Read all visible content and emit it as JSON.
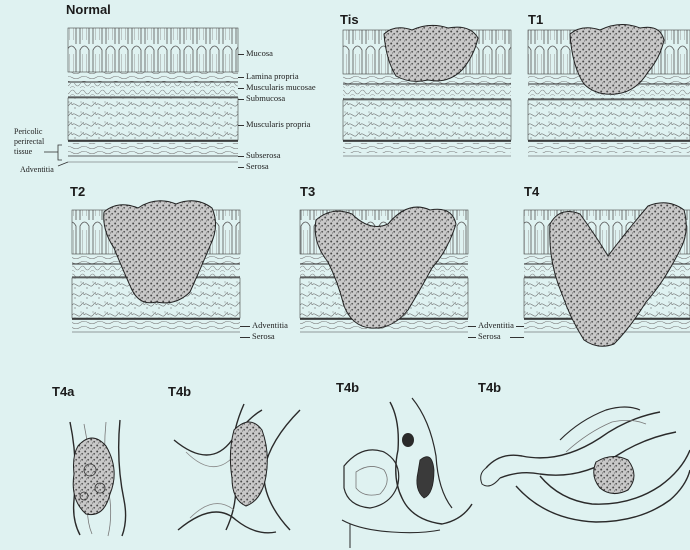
{
  "panels": {
    "normal": "Normal",
    "tis": "Tis",
    "t1": "T1",
    "t2": "T2",
    "t3": "T3",
    "t4": "T4",
    "t4a": "T4a",
    "t4b_1": "T4b",
    "t4b_2": "T4b",
    "t4b_3": "T4b"
  },
  "layers": {
    "mucosa": "Mucosa",
    "lamina_propria": "Lamina propria",
    "muscularis_mucosae": "Muscularis mucosae",
    "submucosa": "Submucosa",
    "muscularis_propria": "Muscularis propria",
    "subserosa": "Subserosa",
    "serosa": "Serosa"
  },
  "left_labels": {
    "pericolic_1": "Pericolic",
    "pericolic_2": "perirectal",
    "pericolic_3": "tissue",
    "adventitia": "Adventitia"
  },
  "row2_labels": {
    "adventitia_1": "Adventitia",
    "serosa_1": "Serosa",
    "adventitia_2": "Adventitia",
    "serosa_2": "Serosa"
  },
  "colors": {
    "background": "#dff2f1",
    "ink": "#2a2a2a",
    "tumor": "#9a9a9a"
  }
}
